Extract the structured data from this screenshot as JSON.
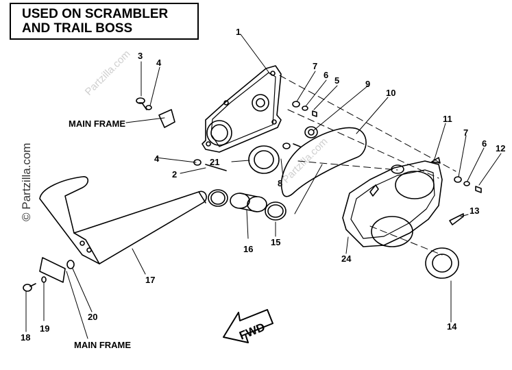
{
  "banner": {
    "line1": "USED ON SCRAMBLER",
    "line2": "AND TRAIL BOSS"
  },
  "watermark": {
    "side_text": "© Partzilla.com",
    "diagonal_text": "Partzilla.com"
  },
  "labels": {
    "main_frame_top": "MAIN FRAME",
    "main_frame_bottom": "MAIN FRAME",
    "fwd": "FWD"
  },
  "callouts": {
    "p1": "1",
    "p2": "2",
    "p3": "3",
    "p4a": "4",
    "p4b": "4",
    "p5": "5",
    "p6a": "6",
    "p6b": "6",
    "p7a": "7",
    "p7b": "7",
    "p8": "8",
    "p9": "9",
    "p10": "10",
    "p11": "11",
    "p12": "12",
    "p13": "13",
    "p14": "14",
    "p15": "15",
    "p16": "16",
    "p17": "17",
    "p18": "18",
    "p19": "19",
    "p20": "20",
    "p21": "21",
    "p24": "24"
  }
}
